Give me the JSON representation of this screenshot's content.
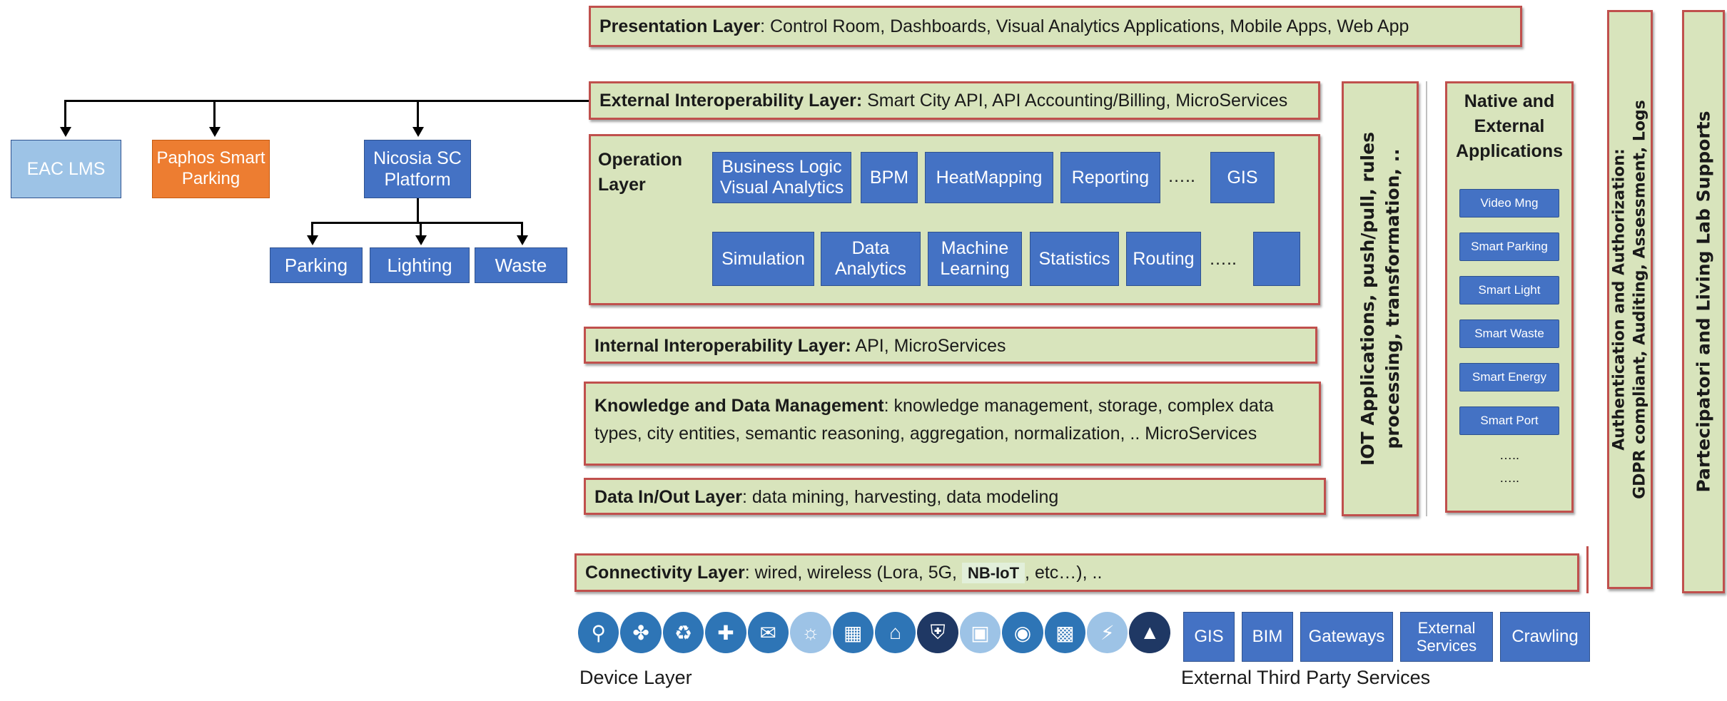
{
  "left_tree": {
    "top_nodes": [
      {
        "label": "EAC LMS"
      },
      {
        "label": "Paphos Smart Parking"
      },
      {
        "label": "Nicosia SC Platform"
      }
    ],
    "children": [
      {
        "label": "Parking"
      },
      {
        "label": "Lighting"
      },
      {
        "label": "Waste"
      }
    ]
  },
  "presentation": {
    "title": "Presentation Layer",
    "rest": ": Control Room, Dashboards, Visual Analytics Applications, Mobile Apps, Web App"
  },
  "external_interop": {
    "title": "External Interoperability Layer:",
    "rest": " Smart City API, API Accounting/Billing, MicroServices"
  },
  "operation": {
    "title_line1": "Operation",
    "title_line2": "Layer",
    "row1": [
      "Business Logic Visual Analytics",
      "BPM",
      "HeatMapping",
      "Reporting",
      "…..",
      "GIS"
    ],
    "row2": [
      "Simulation",
      "Data Analytics",
      "Machine Learning",
      "Statistics",
      "Routing",
      "….."
    ]
  },
  "internal_interop": {
    "title": "Internal Interoperability Layer:",
    "rest": " API, MicroServices"
  },
  "knowledge": {
    "title": "Knowledge and Data Management",
    "rest": ": knowledge management, storage, complex data types, city entities, semantic reasoning, aggregation, normalization, .. MicroServices"
  },
  "data_inout": {
    "title": "Data In/Out Layer",
    "rest": ": data mining, harvesting, data modeling"
  },
  "connectivity": {
    "title": "Connectivity Layer",
    "rest_before": ": wired, wireless (Lora, 5G, ",
    "badge": "NB-IoT",
    "rest_after": ", etc…), .."
  },
  "iot_column": {
    "line1": "IOT Applications, push/pull, rules",
    "line2": "processing, transformation, .."
  },
  "native_apps": {
    "title": "Native and External Applications",
    "items": [
      "Video Mng",
      "Smart Parking",
      "Smart Light",
      "Smart Waste",
      "Smart Energy",
      "Smart Port"
    ],
    "dots1": "…..",
    "dots2": "….."
  },
  "auth_column": {
    "line1": "Authentication and Authorization:",
    "line2": "GDPR compliant, Auditing, Assessment, Logs"
  },
  "partecipatori_column": {
    "text": "Partecipatori and Living Lab Supports"
  },
  "devices": {
    "caption": "Device Layer",
    "icons": [
      "water-tap-icon",
      "network-icon",
      "recycle-icon",
      "medical-icon",
      "chat-icon",
      "lightbulb-icon",
      "building-icon",
      "smart-home-icon",
      "shield-icon",
      "laptop-icon",
      "cctv-icon",
      "car-icon",
      "energy-icon",
      "education-icon"
    ]
  },
  "third_party": {
    "caption": "External Third Party Services",
    "items": [
      "GIS",
      "BIM",
      "Gateways",
      "External Services",
      "Crawling"
    ]
  },
  "colors": {
    "layer_fill": "#d8e4bc",
    "layer_border": "#c0504d",
    "module_blue": "#4472c4",
    "node_light_blue": "#9dc3e6",
    "node_orange": "#ed7d31"
  }
}
